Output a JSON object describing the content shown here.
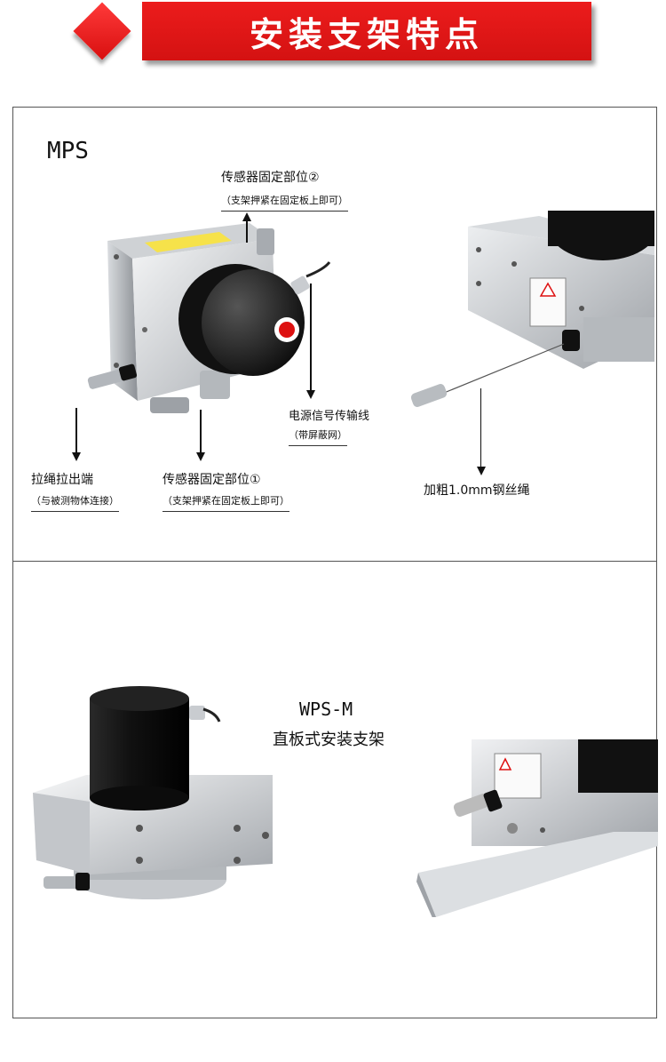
{
  "header": {
    "title": "安装支架特点",
    "accent_color": "#e31717"
  },
  "panel1": {
    "model": "MPS",
    "labels": {
      "fix2_title": "传感器固定部位②",
      "fix2_sub": "（支架押紧在固定板上即可）",
      "power_title": "电源信号传输线",
      "power_sub": "（带屏蔽网）",
      "rope_title": "拉绳拉出端",
      "rope_sub": "（与被测物体连接）",
      "fix1_title": "传感器固定部位①",
      "fix1_sub": "（支架押紧在固定板上即可）",
      "wire_title": "加粗1.0mm钢丝绳"
    }
  },
  "panel2": {
    "model": "WPS-M",
    "subtitle": "直板式安装支架"
  },
  "icons": {
    "diamond": "red-diamond-icon",
    "warning": "warning-triangle-icon"
  }
}
